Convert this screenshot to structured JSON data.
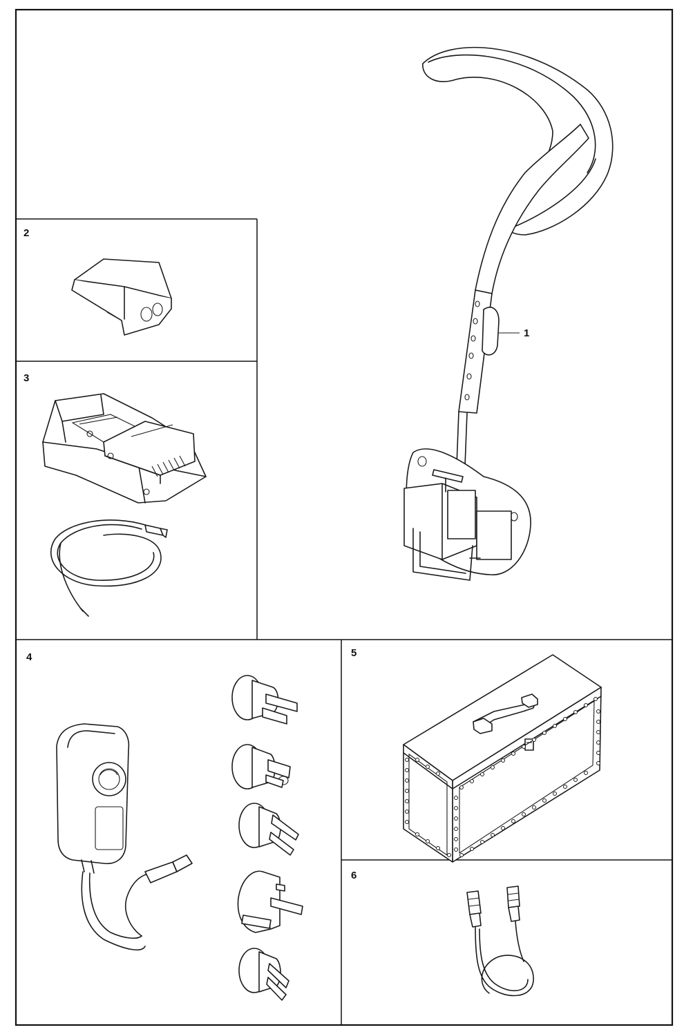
{
  "parts": [
    {
      "number": "1",
      "icon": "harness-icon"
    },
    {
      "number": "2",
      "icon": "battery-icon"
    },
    {
      "number": "3",
      "icon": "charger-icon"
    },
    {
      "number": "4",
      "icon": "power-adapter-icon"
    },
    {
      "number": "5",
      "icon": "toolbox-icon"
    },
    {
      "number": "6",
      "icon": "cable-icon"
    }
  ],
  "colors": {
    "line": "#1a1a1a",
    "background": "#ffffff"
  }
}
